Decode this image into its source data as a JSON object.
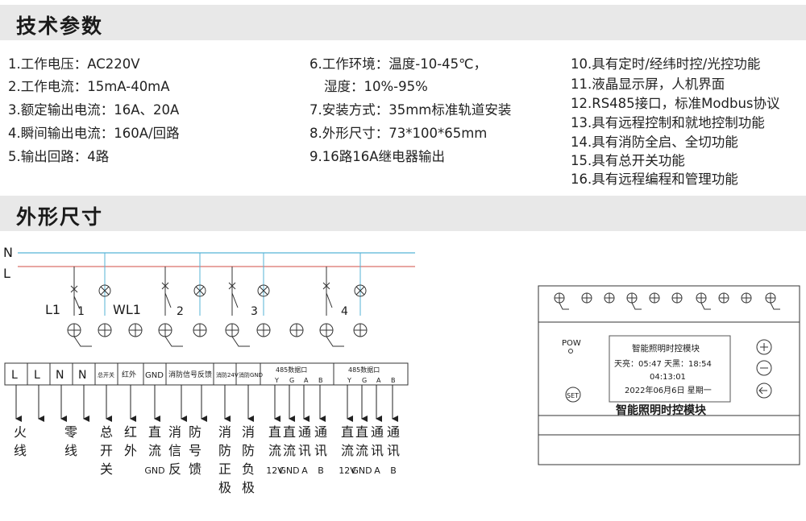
{
  "sections": {
    "specs_title": "技术参数",
    "dims_title": "外形尺寸"
  },
  "specs": {
    "col1": [
      "1.工作电压：AC220V",
      "2.工作电流：15mA-40mA",
      "3.额定输出电流：16A、20A",
      "4.瞬间输出电流：160A/回路",
      "5.输出回路：4路"
    ],
    "col2": [
      "6.工作环境：温度-10-45℃，",
      "湿度：10%-95%",
      "7.安装方式：35mm标准轨道安装",
      "8.外形尺寸：73*100*65mm",
      "9.16路16A继电器输出"
    ],
    "col3": [
      "10.具有定时/经纬时控/光控功能",
      "11.液晶显示屏，人机界面",
      "12.RS485接口，标准Modbus协议",
      "13.具有远程控制和就地控制功能",
      "14.具有消防全启、全切功能",
      "15.具有总开关功能",
      "16.具有远程编程和管理功能"
    ]
  },
  "wiring": {
    "bus_n": "N",
    "bus_l": "L",
    "label_l1": "L1",
    "label_wl1": "WL1",
    "channels": [
      "1",
      "2",
      "3",
      "4"
    ],
    "terminals": [
      "L",
      "L",
      "N",
      "N",
      "总开关",
      "红外",
      "GND",
      "消防信号反馈",
      "消防24V",
      "消防GND",
      "485数据口",
      "Y",
      "G",
      "A",
      "B",
      "485数据口",
      "Y",
      "G",
      "A",
      "B"
    ],
    "labels": {
      "fire_wire": "火线",
      "neutral": "零线",
      "master": "总开关",
      "infrared": "红外",
      "dc_gnd": "直流GND",
      "fire_feedback": "消防信号反馈",
      "fire_pos": "消防正极",
      "fire_neg": "消防负极",
      "dc12v": "直流12V",
      "dcgnd2": "直流GND",
      "comm_a": "通讯A",
      "comm_b": "通讯B"
    }
  },
  "device": {
    "pow_label": "POW",
    "set_label": "SET",
    "lcd_title": "智能照明时控模块",
    "lcd_line1": "天亮：05:47 天黑：18:54",
    "lcd_line2": "04:13:01",
    "lcd_line3": "2022年06月6日 星期一",
    "front_label": "智能照明时控模块"
  }
}
